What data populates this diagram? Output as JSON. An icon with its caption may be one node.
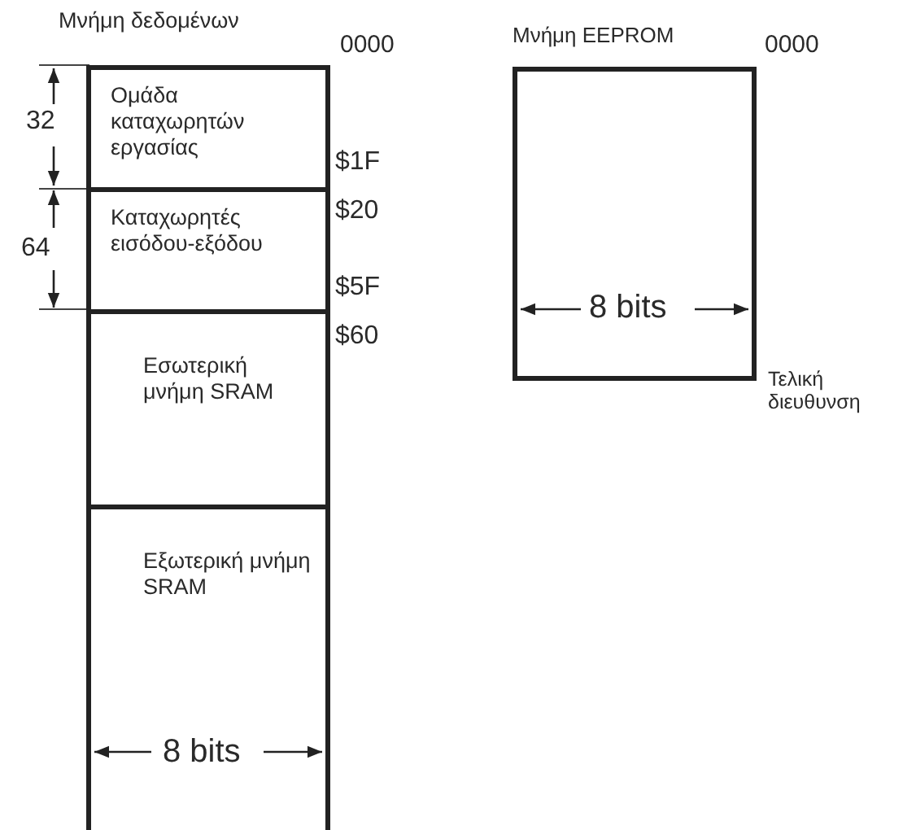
{
  "diagram": {
    "nodes": [
      {
        "text": [
          "Ομάδα καταχωρητών εργασίας"
        ]
      },
      {
        "text": [
          "Καταχωρητές εισόδου-εξόδου"
        ]
      },
      {
        "text": [
          "Εσωτερική μνήμη SRAM"
        ]
      },
      {
        "text": [
          "Εξωτερική μνήμη SRAM"
        ]
      },
      {
        "text": [
          "Μνήμη EEPROM"
        ]
      }
    ],
    "labels": [
      "Μνήμη δεδομένων",
      "0000",
      "0000",
      "32",
      "$1F",
      "$20",
      "64",
      "$5F",
      "8 bits",
      "$60",
      "Τελική διευθυνση",
      "8 bits"
    ]
  }
}
